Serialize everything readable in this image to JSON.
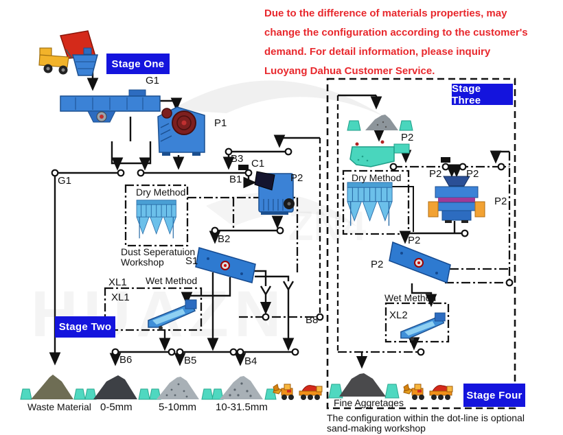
{
  "notice": {
    "lines": [
      "Due to the difference of materials properties, may",
      "change the configuration according to the customer's",
      "demand. For detail information, please inquiry",
      "Luoyang Dahua Customer Service."
    ],
    "color": "#e8282d"
  },
  "stages": {
    "one": "Stage One",
    "two": "Stage Two",
    "three": "Stage Three",
    "four": "Stage Four",
    "box_color": "#1414dd"
  },
  "labels": {
    "g1_top": "G1",
    "p1": "P1",
    "b3": "B3",
    "c1": "C1",
    "b1": "B1",
    "p2_crusher": "P2",
    "g1_left": "G1",
    "dry_method_left": "Dry Method",
    "dust_workshop_line1": "Dust Seperatuion",
    "dust_workshop_line2": "Workshop",
    "b2": "B2",
    "s1": "S1",
    "xl1_outer": "XL1",
    "wet_method_left": "Wet Method",
    "xl1_inner": "XL1",
    "b8": "B8",
    "b6": "B6",
    "b5": "B5",
    "b4": "B4",
    "p2_feeder": "P2",
    "p2_vsi_a": "P2",
    "p2_vsi_b": "P2",
    "p2_right_edge": "P2",
    "dry_method_right": "Dry Method",
    "p2_screen_feed": "P2",
    "p2_screen": "P2",
    "wet_method_right": "Wet Method",
    "xl2": "XL2"
  },
  "products": {
    "waste": "Waste Material",
    "size_0_5": "0-5mm",
    "size_5_10": "5-10mm",
    "size_10_315": "10-31.5mm",
    "fine": "Fine Aggretages"
  },
  "caption": {
    "line1": "The configuration within the dot-line is optional",
    "line2": "sand-making workshop"
  },
  "colors": {
    "machine_blue": "#3b82d6",
    "machine_blue_dark": "#1b4f8f",
    "collector_blue": "#6cc0ea",
    "teal": "#49d6bd",
    "flywheel_red": "#7d1f1f",
    "vsi_orange": "#f2a233",
    "line_black": "#111111"
  }
}
